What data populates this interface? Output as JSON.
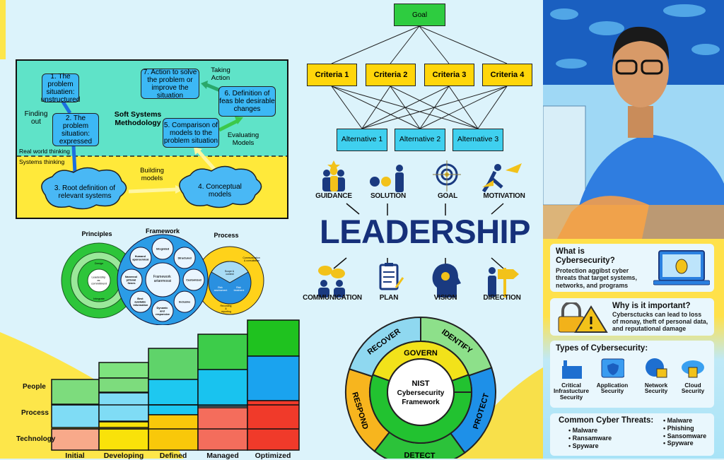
{
  "ssm": {
    "title": "Soft Systems Methodology",
    "steps": [
      "1. The problem situatien: unstructured",
      "2. The problem situation: expressed",
      "3. Root definition of relevant systems",
      "4. Conceptual models",
      "5. Comparison of models to the problem situation",
      "6. Definition of feas ble desirable changes",
      "7. Action to solve the problem or improve the situation"
    ],
    "phases": {
      "finding_out": "Finding out",
      "building_models": "Building models",
      "evaluating_models": "Evaluating Models",
      "taking_action": "Taking Action"
    },
    "zones": {
      "real_world": "Real world thinking",
      "systems": "Systems thinking"
    }
  },
  "hierarchy": {
    "goal": "Goal",
    "criteria": [
      "Criteria 1",
      "Criteria 2",
      "Criteria 3",
      "Criteria 4"
    ],
    "alternatives": [
      "Alternative 1",
      "Alternative 2",
      "Alternative 3"
    ]
  },
  "leadership": {
    "title": "LEADERSHIP",
    "top": [
      {
        "label": "GUIDANCE",
        "icon": "team-star-icon"
      },
      {
        "label": "SOLUTION",
        "icon": "puzzle-person-icon"
      },
      {
        "label": "GOAL",
        "icon": "target-icon"
      },
      {
        "label": "MOTIVATION",
        "icon": "running-arrow-icon"
      }
    ],
    "bottom": [
      {
        "label": "COMMUNICATION",
        "icon": "chat-people-icon"
      },
      {
        "label": "PLAN",
        "icon": "clipboard-icon"
      },
      {
        "label": "VISION",
        "icon": "head-bulb-icon"
      },
      {
        "label": "DIRECTION",
        "icon": "signpost-icon"
      }
    ]
  },
  "circles": {
    "principles": {
      "title": "Principles",
      "center": "Leadership as commitment",
      "ring": [
        "Design",
        "Integrate"
      ]
    },
    "framework": {
      "title": "Framework",
      "center": "Framework artanmossi",
      "bubbles": [
        "Integrated",
        "Structured",
        "Customized",
        "Inclusive",
        "Dynamic and responsive",
        "Best available information",
        "Nanennol pritenal fienes",
        "Humand aponsemical"
      ]
    },
    "process": {
      "title": "Process",
      "segments": [
        "Scope & context",
        "Risk assessment",
        "Risk treatment"
      ],
      "ring": [
        "Communication & consultation",
        "Recording & reporting"
      ]
    }
  },
  "maturity": {
    "rows": [
      "People",
      "Process",
      "Technology"
    ],
    "levels": [
      "Initial",
      "Developing",
      "Defined",
      "Managed",
      "Optimized"
    ],
    "level_heights": [
      1,
      1.5,
      2,
      2.5,
      3
    ]
  },
  "nist": {
    "center": [
      "NIST",
      "Cybersecurity",
      "Framework"
    ],
    "core": "GOVERN",
    "functions": [
      "IDENTIFY",
      "PROTECT",
      "DETECT",
      "RESPOND",
      "RECOVER"
    ],
    "colors": {
      "IDENTIFY": "#8de08a",
      "PROTECT": "#1e90e8",
      "DETECT": "#2cc23a",
      "RESPOND": "#f7b51e",
      "RECOVER": "#8fd8f0",
      "GOVERN": "#f2e21a",
      "ring": "#22c230"
    }
  },
  "cyber": {
    "what_title": "What is Cybersecurity?",
    "what_text": "Protection aggibst cyber threats that target systems, networks, and programs",
    "why_title": "Why is it important?",
    "why_text": "Cybersctucks can lead to loss of monay, theft of personal data, and reputational damage",
    "types_title": "Types of Cybersecurity:",
    "types": [
      "Critical Infrastucture Security",
      "Application Security",
      "Network Security",
      "Cloud Security"
    ],
    "threats_title": "Common Cyber Threats:",
    "threats_left": [
      "Malware",
      "Ransamware",
      "Spyware"
    ],
    "threats_right": [
      "Malware",
      "Phishing",
      "Sansomware",
      "Spyware"
    ]
  }
}
